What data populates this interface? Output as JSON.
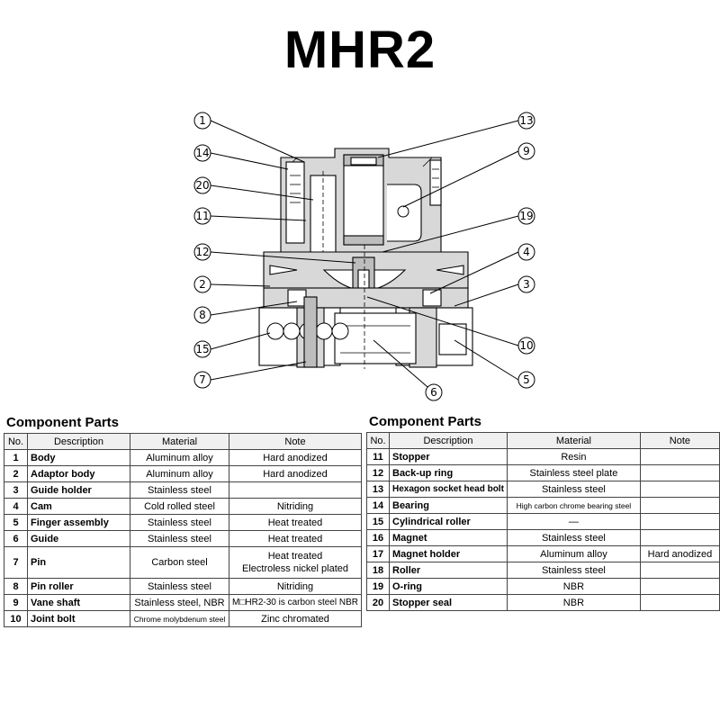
{
  "title": "MHR2",
  "callouts": [
    "1",
    "2",
    "3",
    "4",
    "5",
    "6",
    "7",
    "8",
    "9",
    "10",
    "11",
    "12",
    "13",
    "14",
    "15",
    "19",
    "20"
  ],
  "tables": {
    "left": {
      "title": "Component Parts",
      "headers": [
        "No.",
        "Description",
        "Material",
        "Note"
      ],
      "rows": [
        {
          "no": "1",
          "desc": "Body",
          "material": "Aluminum alloy",
          "note": "Hard anodized"
        },
        {
          "no": "2",
          "desc": "Adaptor body",
          "material": "Aluminum alloy",
          "note": "Hard anodized"
        },
        {
          "no": "3",
          "desc": "Guide holder",
          "material": "Stainless steel",
          "note": ""
        },
        {
          "no": "4",
          "desc": "Cam",
          "material": "Cold rolled steel",
          "note": "Nitriding"
        },
        {
          "no": "5",
          "desc": "Finger assembly",
          "material": "Stainless steel",
          "note": "Heat treated"
        },
        {
          "no": "6",
          "desc": "Guide",
          "material": "Stainless steel",
          "note": "Heat treated"
        },
        {
          "no": "7",
          "desc": "Pin",
          "material": "Carbon steel",
          "note": "Heat treated",
          "note2": "Electroless nickel plated"
        },
        {
          "no": "8",
          "desc": "Pin roller",
          "material": "Stainless steel",
          "note": "Nitriding"
        },
        {
          "no": "9",
          "desc": "Vane shaft",
          "material": "Stainless steel, NBR",
          "note": "M□HR2-30 is carbon steel NBR"
        },
        {
          "no": "10",
          "desc": "Joint bolt",
          "material": "Chrome molybdenum steel",
          "note": "Zinc chromated"
        }
      ]
    },
    "right": {
      "title": "Component Parts",
      "headers": [
        "No.",
        "Description",
        "Material",
        "Note"
      ],
      "rows": [
        {
          "no": "11",
          "desc": "Stopper",
          "material": "Resin",
          "note": ""
        },
        {
          "no": "12",
          "desc": "Back-up ring",
          "material": "Stainless steel plate",
          "note": ""
        },
        {
          "no": "13",
          "desc": "Hexagon socket head bolt",
          "material": "Stainless steel",
          "note": ""
        },
        {
          "no": "14",
          "desc": "Bearing",
          "material": "High carbon chrome bearing steel",
          "note": ""
        },
        {
          "no": "15",
          "desc": "Cylindrical roller",
          "material": "—",
          "note": ""
        },
        {
          "no": "16",
          "desc": "Magnet",
          "material": "Stainless steel",
          "note": ""
        },
        {
          "no": "17",
          "desc": "Magnet holder",
          "material": "Aluminum alloy",
          "note": "Hard anodized"
        },
        {
          "no": "18",
          "desc": "Roller",
          "material": "Stainless steel",
          "note": ""
        },
        {
          "no": "19",
          "desc": "O-ring",
          "material": "NBR",
          "note": ""
        },
        {
          "no": "20",
          "desc": "Stopper seal",
          "material": "NBR",
          "note": ""
        }
      ]
    }
  }
}
